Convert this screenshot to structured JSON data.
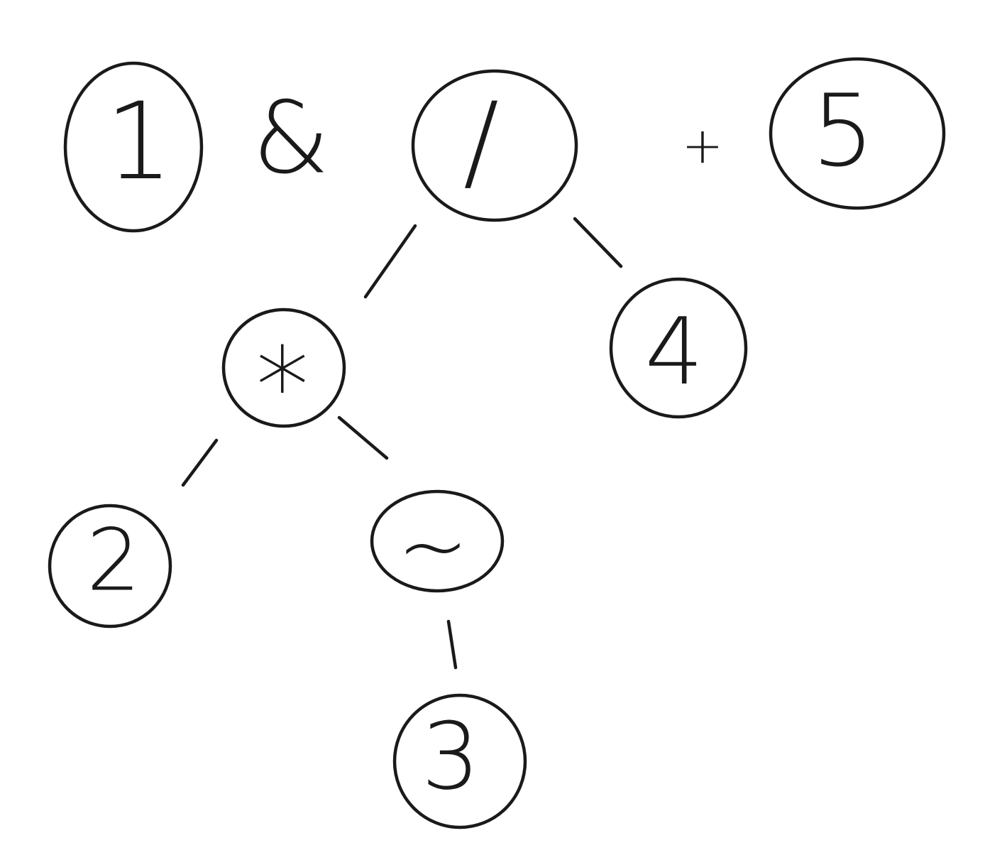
{
  "diagram": {
    "nodes": {
      "one": "1",
      "div": "/",
      "five": "5",
      "mul": "*",
      "four": "4",
      "two": "2",
      "tilde": "~",
      "three": "3"
    },
    "operators": {
      "and": "&",
      "plus": "+"
    }
  },
  "colors": {
    "ink": "#1a1a1a",
    "paper": "#ffffff"
  }
}
